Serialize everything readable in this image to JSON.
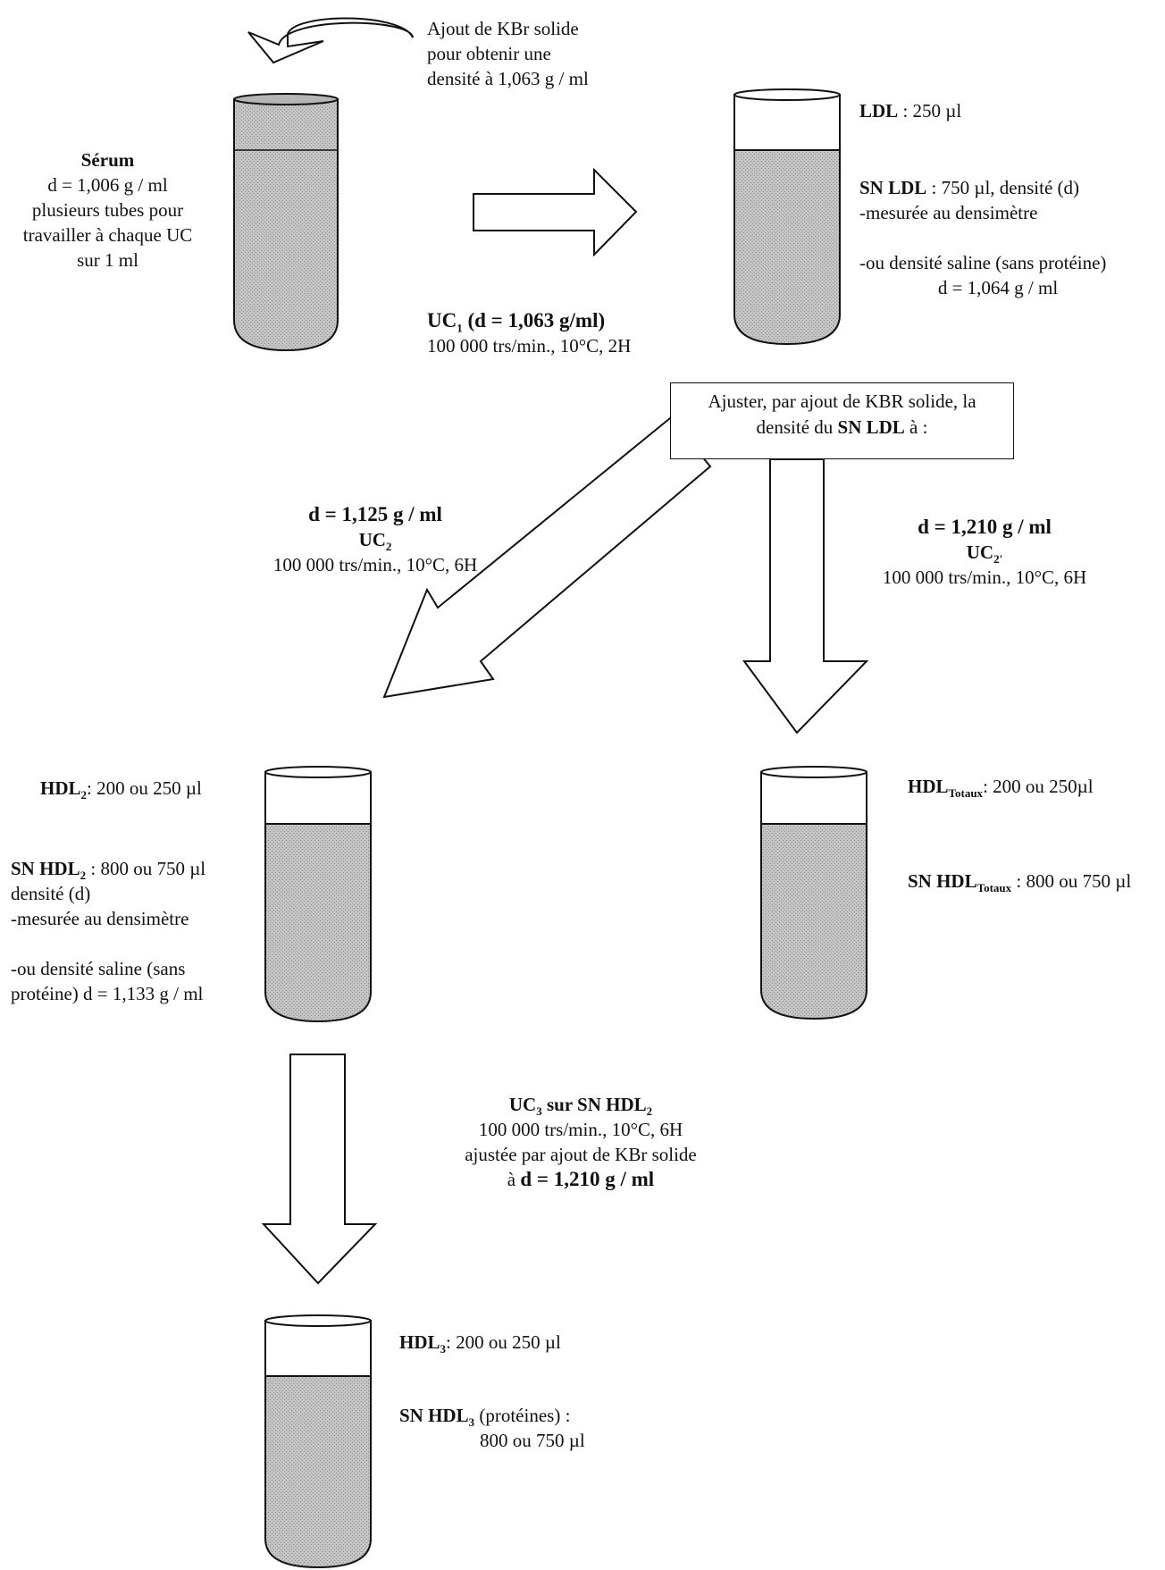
{
  "serum": {
    "title": "Sérum",
    "line1": "d = 1,006 g / ml",
    "line2": "plusieurs tubes pour",
    "line3": "travailler à chaque UC",
    "line4": "sur 1 ml"
  },
  "kbr_note": {
    "line1": "Ajout de KBr solide",
    "line2": "pour obtenir une",
    "line3": "densité à 1,063 g / ml"
  },
  "uc1": {
    "title": "UC",
    "sub": "1",
    "title_rest": " (d = 1,063 g/ml)",
    "conditions": "100 000 trs/min., 10°C, 2H"
  },
  "ldl_tube": {
    "ldl_name": "LDL",
    "ldl_value": " : 250 µl",
    "sn_name": "SN LDL",
    "sn_value": " : 750 µl, densité (d)",
    "sn_measured": "-mesurée au densimètre",
    "sn_saline": "-ou densité saline (sans protéine)",
    "sn_saline_value": "d = 1,064 g / ml"
  },
  "adjust_box": {
    "line1": "Ajuster, par ajout de KBR solide, la",
    "line2_pre": "densité du ",
    "line2_bold": "SN LDL",
    "line2_post": " à :"
  },
  "uc2": {
    "density": "d = 1,125 g / ml",
    "name": "UC",
    "sub": "2",
    "conditions": "100 000 trs/min., 10°C, 6H"
  },
  "uc2prime": {
    "density": "d = 1,210 g / ml",
    "name": "UC",
    "sub": "2'",
    "conditions": "100 000 trs/min., 10°C, 6H"
  },
  "hdl2_tube": {
    "hdl_name": "HDL",
    "hdl_sub": "2",
    "hdl_value": ": 200 ou 250 µl",
    "sn_name": "SN HDL",
    "sn_sub": "2",
    "sn_value": " : 800 ou 750 µl",
    "sn_density": "densité (d)",
    "sn_measured": "-mesurée au densimètre",
    "sn_saline1": "-ou densité saline (sans",
    "sn_saline2": "protéine) d = 1,133 g / ml"
  },
  "hdl_total_tube": {
    "hdl_name": "HDL",
    "hdl_sub": "Totaux",
    "hdl_value": ": 200 ou 250µl",
    "sn_name": "SN HDL",
    "sn_sub": "Totaux",
    "sn_value": " : 800 ou 750 µl"
  },
  "uc3": {
    "name": "UC",
    "sub": "3",
    "name_rest": " sur SN HDL",
    "rest_sub": "2",
    "conditions": "100 000 trs/min., 10°C, 6H",
    "adjusted": "ajustée par ajout de KBr solide",
    "final_pre": "à ",
    "final_bold": "d = 1,210 g / ml"
  },
  "hdl3_tube": {
    "hdl_name": "HDL",
    "hdl_sub": "3",
    "hdl_value": ": 200 ou 250 µl",
    "sn_name": "SN HDL",
    "sn_sub": "3",
    "sn_value": " (protéines) :",
    "sn_volume": "800 ou 750 µl"
  }
}
